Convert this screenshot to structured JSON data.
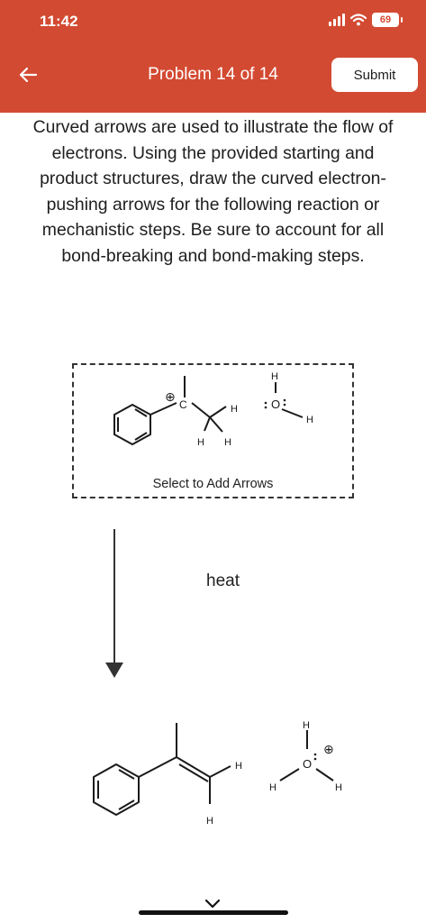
{
  "status_bar": {
    "time": "11:42",
    "battery": "69"
  },
  "header": {
    "title": "Problem 14 of 14",
    "submit_label": "Submit",
    "back_icon": "back-arrow-icon"
  },
  "instructions": "Curved arrows are used to illustrate the flow of electrons. Using the provided starting and product structures, draw the curved electron-pushing arrows for the following reaction or mechanistic steps. Be sure to account for all bond-breaking and bond-making steps.",
  "arrow_canvas": {
    "label": "Select to Add Arrows"
  },
  "starting_structure": {
    "carbocation_charge": "⊕",
    "carbocation_atom": "C",
    "hydrogens": [
      "H",
      "H",
      "H"
    ],
    "water": {
      "oxygen": "O",
      "hydrogens": [
        "H",
        "H"
      ]
    }
  },
  "reaction": {
    "condition": "heat"
  },
  "product_structure": {
    "alkene_hydrogens": [
      "H",
      "H"
    ],
    "hydronium": {
      "oxygen": "O",
      "charge": "⊕",
      "hydrogens": [
        "H",
        "H",
        "H"
      ]
    }
  },
  "colors": {
    "header": "#d34a32",
    "text": "#1c1c1c"
  }
}
